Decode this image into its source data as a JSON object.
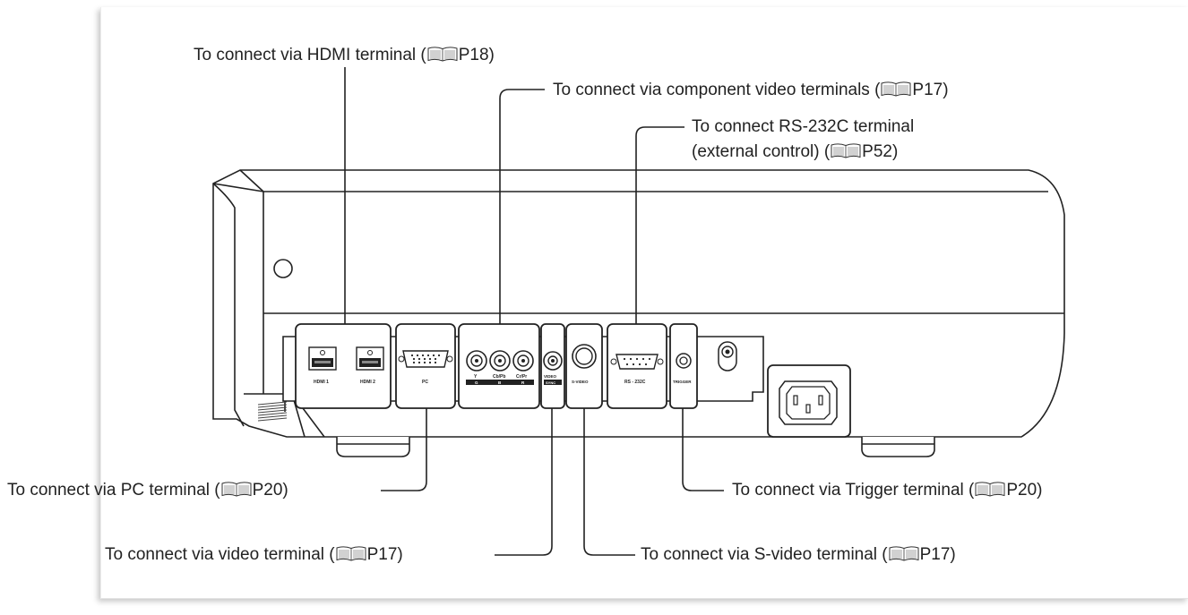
{
  "callouts": {
    "hdmi": {
      "text": "To connect via HDMI terminal (",
      "ref": "P18)"
    },
    "component": {
      "text": "To connect via component video terminals (",
      "ref": "P17)"
    },
    "rs232c": {
      "text": "To connect RS-232C terminal",
      "text2": "(external control) (",
      "ref": "P52)"
    },
    "pc": {
      "text": "To connect via PC terminal (",
      "ref": "P20)"
    },
    "trigger": {
      "text": "To connect via Trigger terminal (",
      "ref": "P20)"
    },
    "video": {
      "text": "To connect via video terminal (",
      "ref": "P17)"
    },
    "svideo": {
      "text": "To connect via S-video terminal (",
      "ref": "P17)"
    }
  },
  "ports": {
    "hdmi1": "HDMI 1",
    "hdmi2": "HDMI 2",
    "pc": "PC",
    "y": "Y",
    "cbpb": "Cb/Pb",
    "crpr": "Cr/Pr",
    "g": "G",
    "b": "B",
    "r": "R",
    "video": "VIDEO",
    "sync": "SYNC",
    "svideo": "S-VIDEO",
    "rs232c": "RS - 232C",
    "trigger": "TRIGGER"
  },
  "icons": {
    "reference": "manual-book-icon"
  }
}
